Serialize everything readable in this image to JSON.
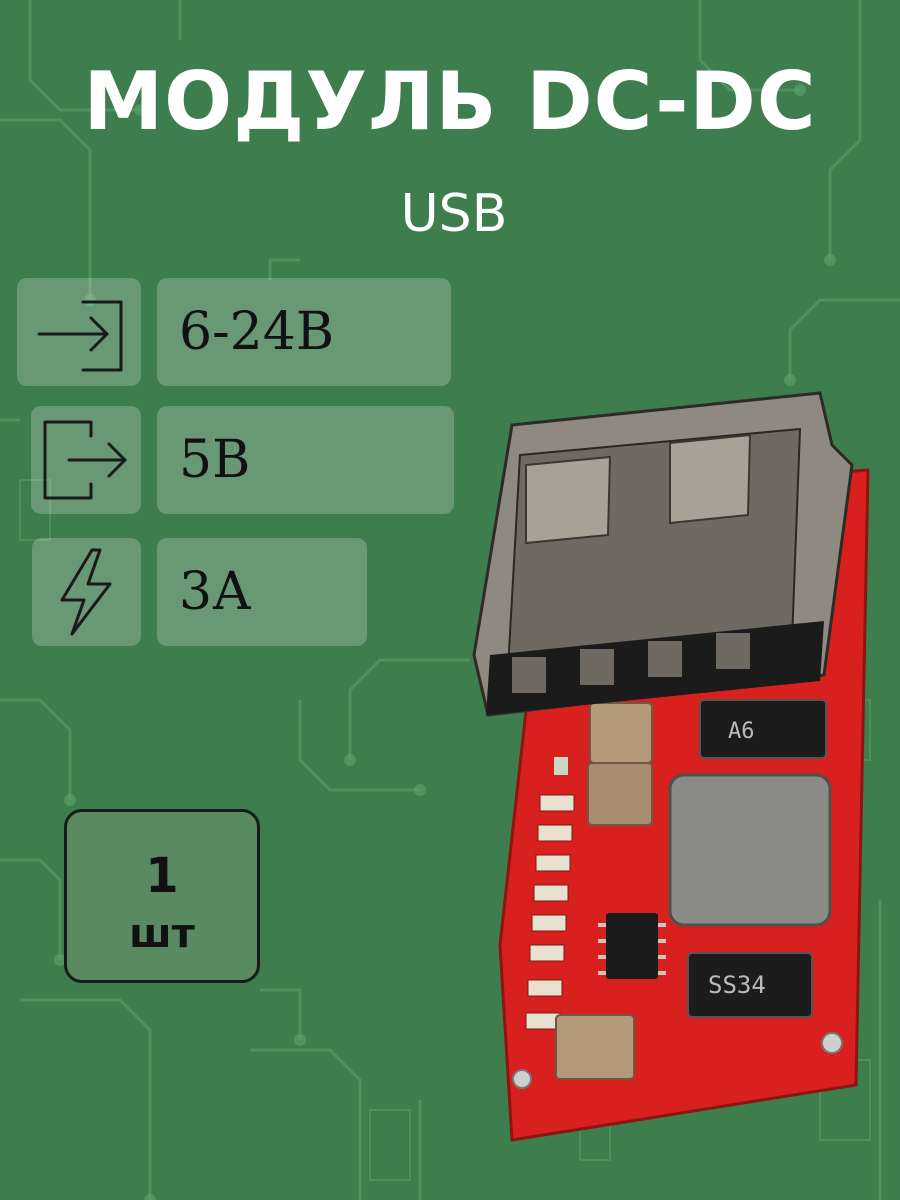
{
  "colors": {
    "background": "#3e7d4e",
    "trace": "#5fa36e",
    "panel": "rgba(255,255,255,0.22)",
    "pcb": "#d8201e",
    "usb_metal": "#8f8a80"
  },
  "header": {
    "title": "МОДУЛЬ DC-DC",
    "subtitle": "USB"
  },
  "specs": [
    {
      "icon": "input-arrow-icon",
      "value": "6-24В"
    },
    {
      "icon": "output-arrow-icon",
      "value": "5В"
    },
    {
      "icon": "lightning-icon",
      "value": "3А"
    }
  ],
  "quantity": {
    "number": "1",
    "unit": "шт"
  },
  "product": {
    "name": "usb-buck-module-photo",
    "diode_top_label": "A6",
    "diode_bottom_label": "SS34"
  }
}
